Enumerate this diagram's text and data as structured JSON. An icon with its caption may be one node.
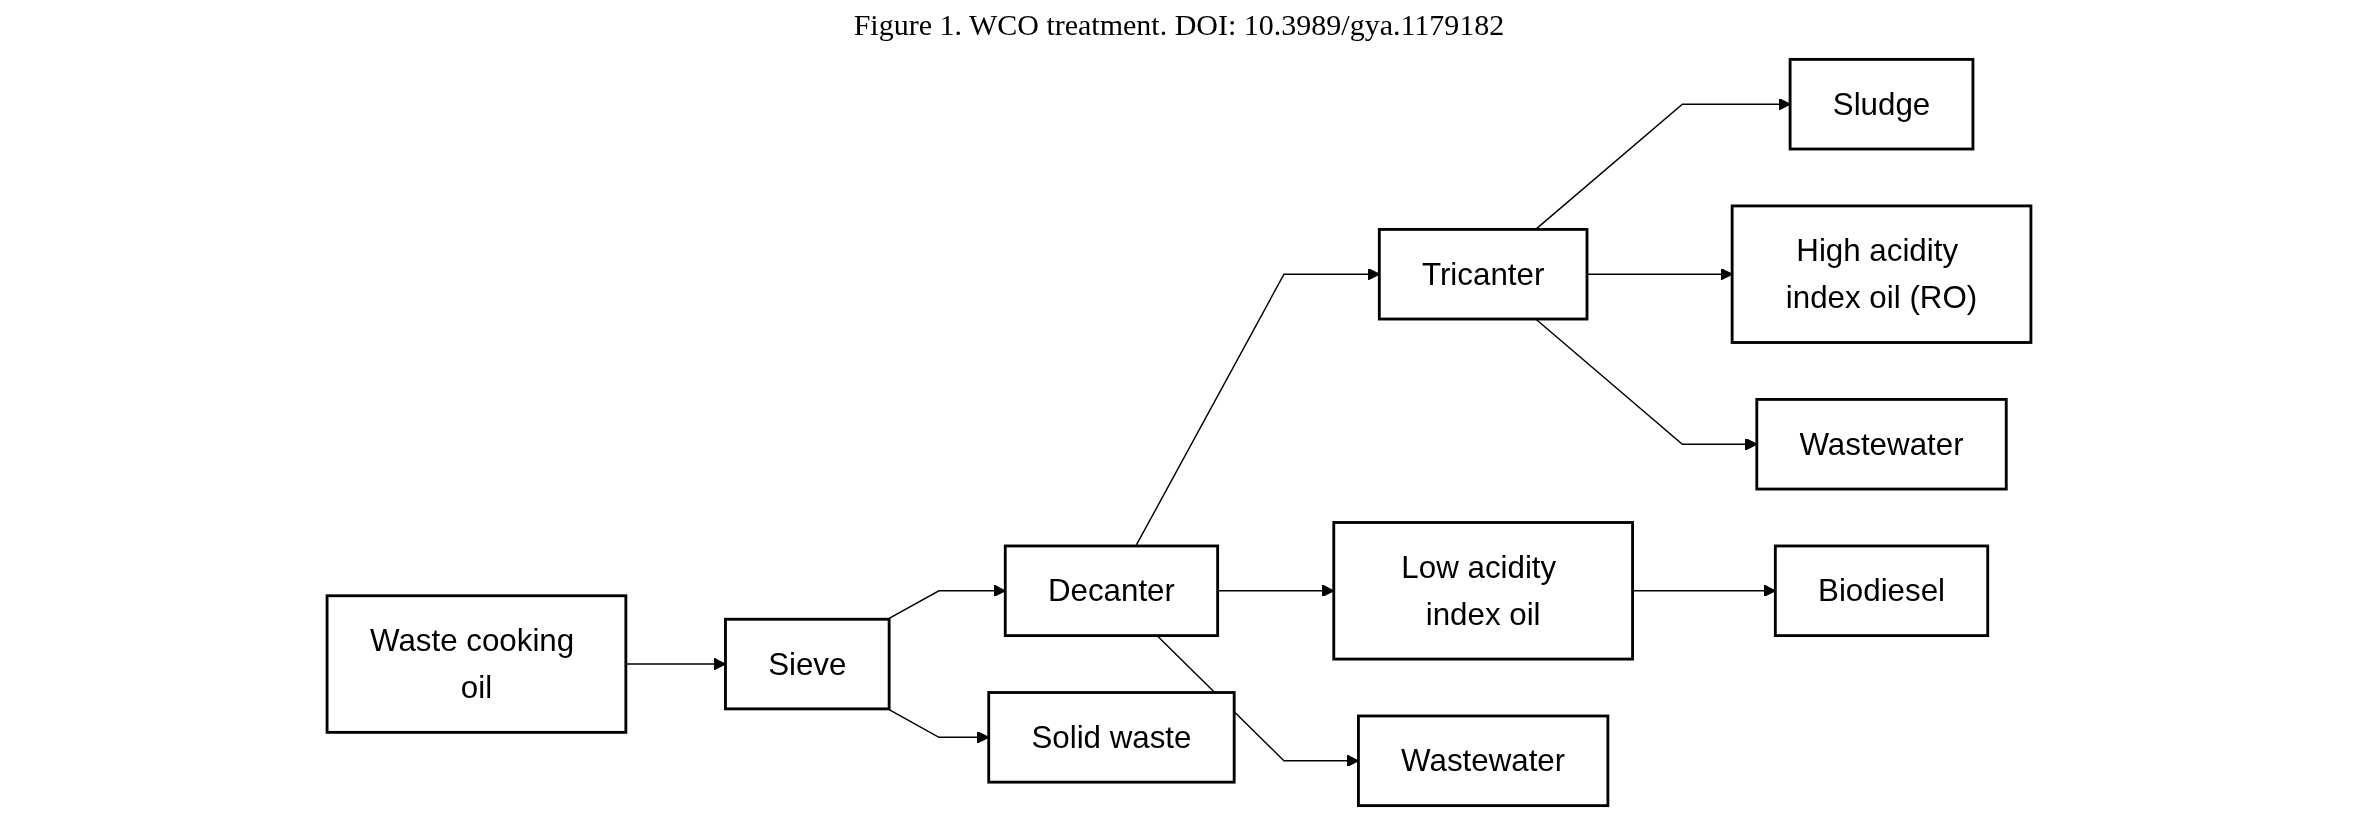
{
  "diagram": {
    "title": "Figure 1. WCO treatment. DOI: 10.3989/gya.1179182",
    "nodes": [
      {
        "text": [
          "Waste cooking oil"
        ]
      },
      {
        "text": [
          "Sieve"
        ]
      },
      {
        "text": [
          "Decanter"
        ]
      },
      {
        "text": [
          "Tricanter"
        ]
      },
      {
        "text": [
          "Low acidity index oil"
        ]
      },
      {
        "text": [
          "Biodiesel"
        ]
      },
      {
        "text": [
          "Solid waste"
        ]
      },
      {
        "text": [
          "Wastewater"
        ]
      },
      {
        "text": [
          "Sludge"
        ]
      },
      {
        "text": [
          "High acidity index oil (RO)"
        ]
      },
      {
        "text": [
          "Wastewater"
        ]
      }
    ],
    "edges": [
      {
        "from": 0,
        "to": 1,
        "arrow": "to"
      },
      {
        "from": 1,
        "to": 2,
        "arrow": "to"
      },
      {
        "from": 2,
        "to": 3,
        "arrow": "to"
      },
      {
        "from": 1,
        "to": 6,
        "arrow": "to"
      },
      {
        "from": 2,
        "to": 4,
        "arrow": "to"
      },
      {
        "from": 4,
        "to": 5,
        "arrow": "to"
      },
      {
        "from": 2,
        "to": 7,
        "arrow": "to"
      },
      {
        "from": 3,
        "to": 8,
        "arrow": "to"
      },
      {
        "from": 3,
        "to": 9,
        "arrow": "to"
      },
      {
        "from": 3,
        "to": 10,
        "arrow": "to"
      }
    ]
  }
}
